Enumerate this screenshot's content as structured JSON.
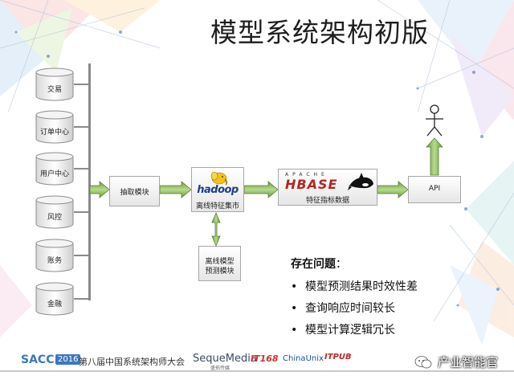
{
  "title": "模型系统架构初版",
  "sources": [
    {
      "label": "交易"
    },
    {
      "label": "订单中心"
    },
    {
      "label": "用户中心"
    },
    {
      "label": "风控"
    },
    {
      "label": "账务"
    },
    {
      "label": "金融"
    }
  ],
  "extract_module": {
    "label": "抽取模块"
  },
  "hadoop": {
    "logo": "hadoop",
    "label": "离线特征集市"
  },
  "hbase": {
    "logo_top": "APACHE",
    "logo_main": "HBASE",
    "label": "特征指标数据"
  },
  "api": {
    "label": "API"
  },
  "predict_module": {
    "label_line1": "离线模型",
    "label_line2": "预测模块"
  },
  "issues": {
    "heading": "存在问题",
    "colon": "：",
    "items": [
      "模型预测结果时效性差",
      "查询响应时间较长",
      "模型计算逻辑冗长"
    ],
    "bullet": "•"
  },
  "footer": {
    "sacc": "SACC",
    "year": "2016",
    "conference": "第八届中国系统架构师大会",
    "sequemedia": "SequeMedia",
    "sequemedia_sub": "盛拓传媒",
    "it168": "IT168",
    "chinaunix": "ChinaUnix",
    "itpub": "ITPUB"
  },
  "watermark": {
    "text": "产业智能官",
    "icon": "wechat-icon"
  }
}
